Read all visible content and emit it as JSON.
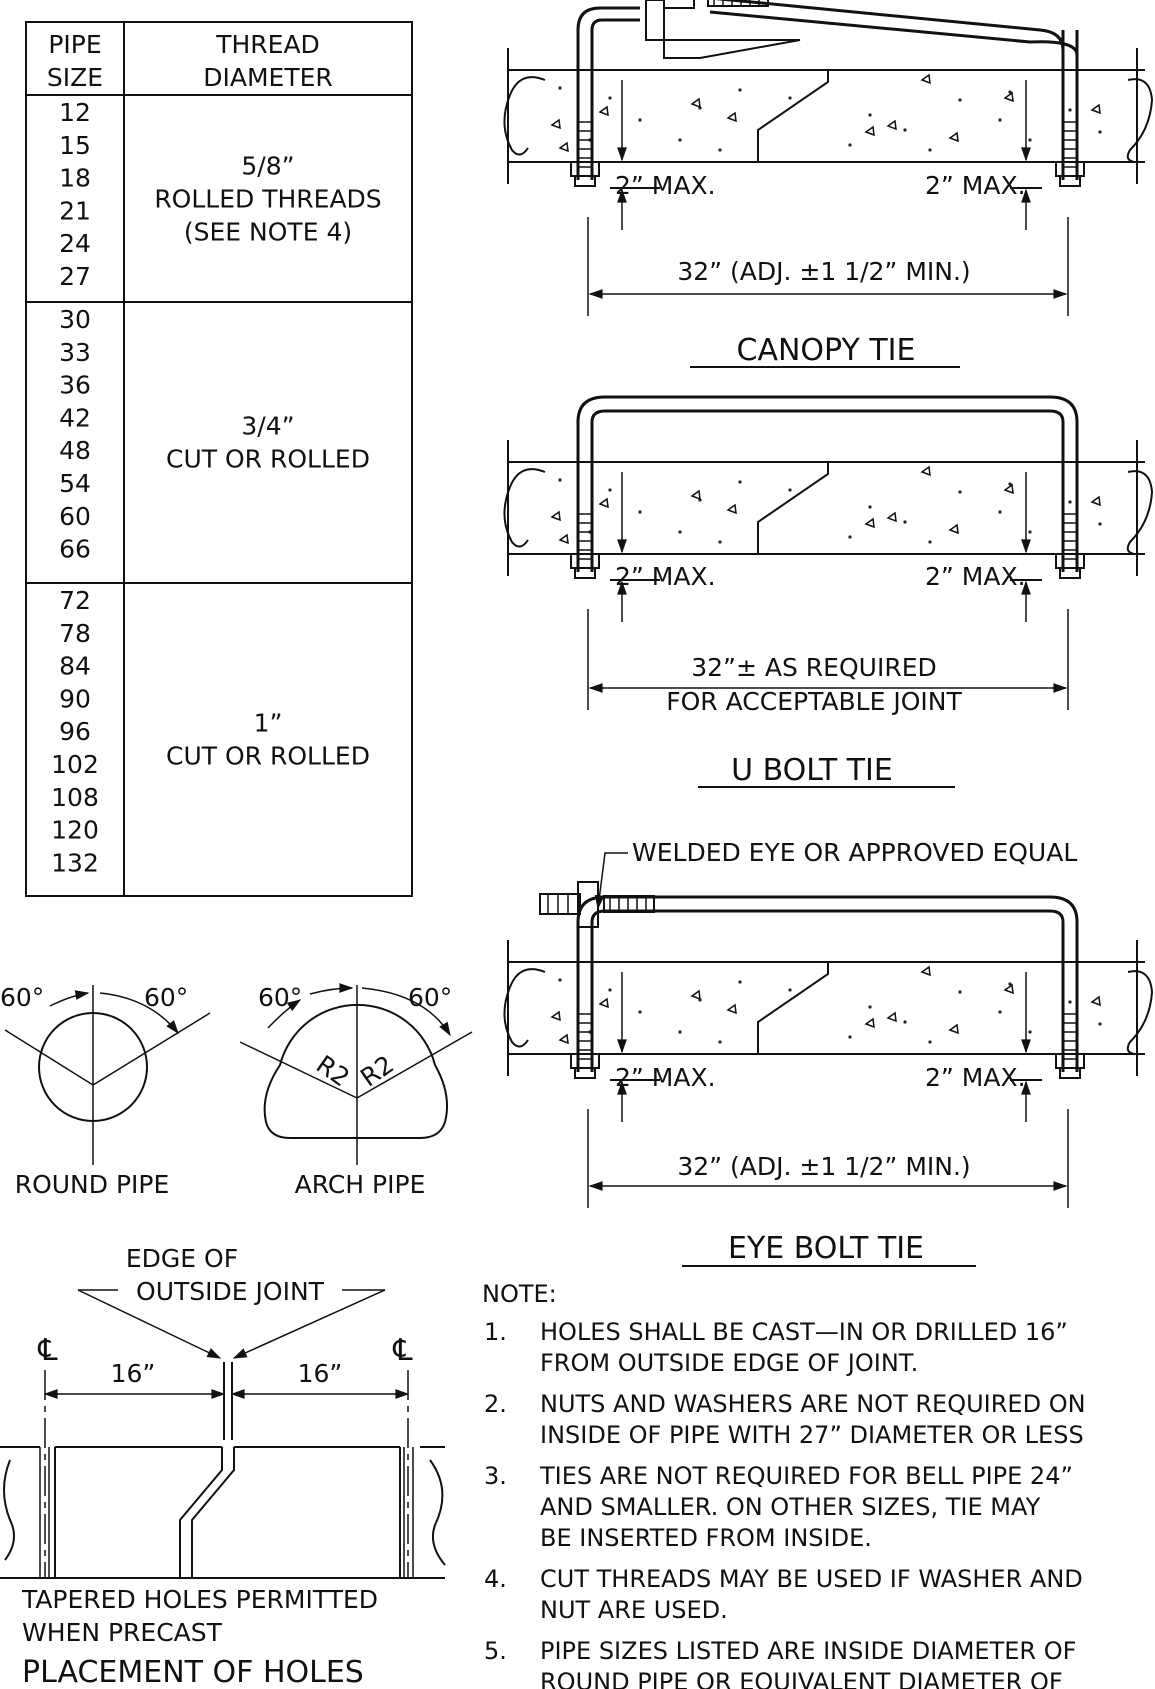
{
  "table": {
    "header_pipe": [
      "PIPE",
      "SIZE"
    ],
    "header_thread": [
      "THREAD",
      "DIAMETER"
    ],
    "groups": [
      {
        "sizes": [
          "12",
          "15",
          "18",
          "21",
          "24",
          "27"
        ],
        "thread": [
          "5/8”",
          "ROLLED THREADS",
          "(SEE NOTE 4)"
        ]
      },
      {
        "sizes": [
          "30",
          "33",
          "36",
          "42",
          "48",
          "54",
          "60",
          "66"
        ],
        "thread": [
          "3/4”",
          "CUT OR ROLLED"
        ]
      },
      {
        "sizes": [
          "72",
          "78",
          "84",
          "90",
          "96",
          "102",
          "108",
          "120",
          "132"
        ],
        "thread": [
          "1”",
          "CUT OR ROLLED"
        ]
      }
    ]
  },
  "angles": {
    "round_left": "60°",
    "round_right": "60°",
    "arch_left": "60°",
    "arch_right": "60°",
    "radius_left": "R2",
    "radius_right": "R2",
    "round_label": "ROUND PIPE",
    "arch_label": "ARCH PIPE"
  },
  "placement": {
    "edge_label_1": "EDGE OF",
    "edge_label_2": "OUTSIDE JOINT",
    "cl": "℄",
    "dim_left": "16”",
    "dim_right": "16”",
    "tapered_1": "TAPERED HOLES PERMITTED",
    "tapered_2": "WHEN PRECAST",
    "title": "PLACEMENT OF HOLES"
  },
  "ties": {
    "canopy": {
      "max_left": "2” MAX.",
      "max_right": "2” MAX.",
      "dim": "32” (ADJ. ±1 1/2” MIN.)",
      "title": "CANOPY TIE"
    },
    "ubolt": {
      "max_left": "2” MAX.",
      "max_right": "2” MAX.",
      "dim_1": "32”± AS REQUIRED",
      "dim_2": "FOR ACCEPTABLE JOINT",
      "title": "U BOLT TIE"
    },
    "eyebolt": {
      "callout": "WELDED EYE OR APPROVED EQUAL",
      "max_left": "2” MAX.",
      "max_right": "2” MAX.",
      "dim": "32” (ADJ. ±1 1/2” MIN.)",
      "title": "EYE BOLT TIE"
    }
  },
  "notes": {
    "heading": "NOTE:",
    "items": [
      {
        "num": "1.",
        "lines": [
          "HOLES SHALL BE CAST—IN OR DRILLED 16”",
          "FROM OUTSIDE EDGE OF JOINT."
        ]
      },
      {
        "num": "2.",
        "lines": [
          "NUTS AND WASHERS ARE NOT REQUIRED ON",
          "INSIDE OF PIPE WITH 27” DIAMETER OR LESS"
        ]
      },
      {
        "num": "3.",
        "lines": [
          "TIES ARE NOT REQUIRED FOR BELL PIPE 24”",
          "AND SMALLER.  ON OTHER SIZES, TIE MAY",
          "BE INSERTED FROM INSIDE."
        ]
      },
      {
        "num": "4.",
        "lines": [
          "CUT THREADS MAY BE USED IF WASHER AND",
          "NUT ARE USED."
        ]
      },
      {
        "num": "5.",
        "lines": [
          "PIPE SIZES LISTED ARE INSIDE DIAMETER OF",
          "ROUND PIPE OR EQUIVALENT DIAMETER OF"
        ]
      }
    ]
  }
}
